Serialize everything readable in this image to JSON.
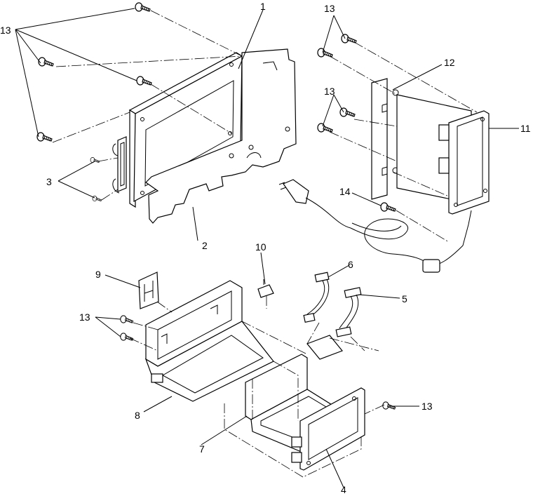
{
  "callouts": {
    "c1": "1",
    "c2": "2",
    "c3": "3",
    "c4": "4",
    "c5": "5",
    "c6": "6",
    "c7": "7",
    "c8": "8",
    "c9": "9",
    "c10": "10",
    "c11": "11",
    "c12": "12",
    "c13a": "13",
    "c13b": "13",
    "c13c": "13",
    "c13d": "13",
    "c13e": "13",
    "c14": "14"
  }
}
